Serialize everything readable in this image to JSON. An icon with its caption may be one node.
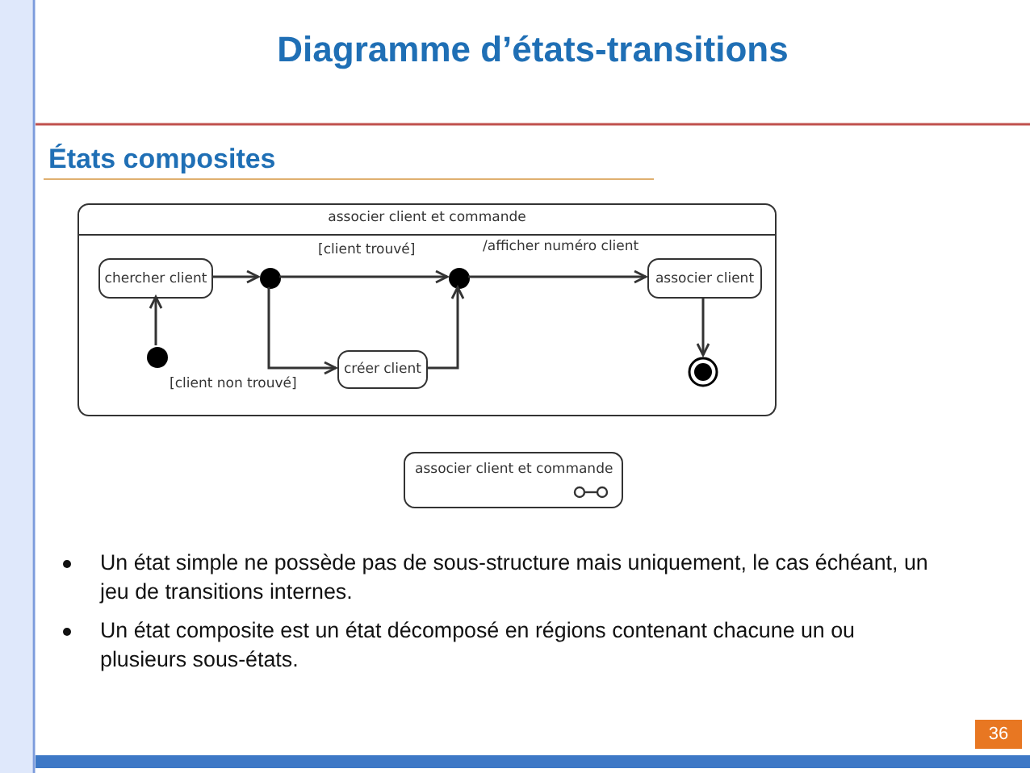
{
  "diagram": {
    "title": "Diagramme d’états-transitions",
    "nodes": [
      {
        "text": [
          "associer client et commande"
        ]
      },
      {
        "text": [
          "chercher client"
        ],
        "in": 0
      },
      {
        "text": [],
        "shape": "circle",
        "in": 0
      },
      {
        "text": [],
        "shape": "circle",
        "in": 0
      },
      {
        "text": [
          "associer client"
        ],
        "in": 0
      },
      {
        "text": [],
        "shape": "circle",
        "in": 0
      },
      {
        "text": [
          "créer client"
        ],
        "in": 0
      },
      {
        "text": [],
        "shape": "bullseye",
        "in": 0
      },
      {
        "text": [
          "associer client et commande"
        ]
      }
    ],
    "edges": [
      {
        "from": 5,
        "to": 1,
        "arrow": "to"
      },
      {
        "from": 1,
        "to": 2,
        "arrow": "to"
      },
      {
        "from": 2,
        "to": 3,
        "arrow": "to",
        "label": "[client trouvé]"
      },
      {
        "from": 2,
        "to": 6,
        "arrow": "to",
        "label": "[client non trouvé]"
      },
      {
        "from": 6,
        "to": 3,
        "arrow": "to"
      },
      {
        "from": 3,
        "to": 4,
        "arrow": "to",
        "label": "/afficher numéro client"
      },
      {
        "from": 4,
        "to": 7,
        "arrow": "to"
      }
    ],
    "labels": [
      "États composites",
      "Un état simple ne possède pas de sous-structure mais uniquement, le cas échéant, un jeu de transitions internes.",
      "Un état composite est un état décomposé en régions contenant chacune un ou plusieurs sous-états.",
      "36"
    ]
  }
}
